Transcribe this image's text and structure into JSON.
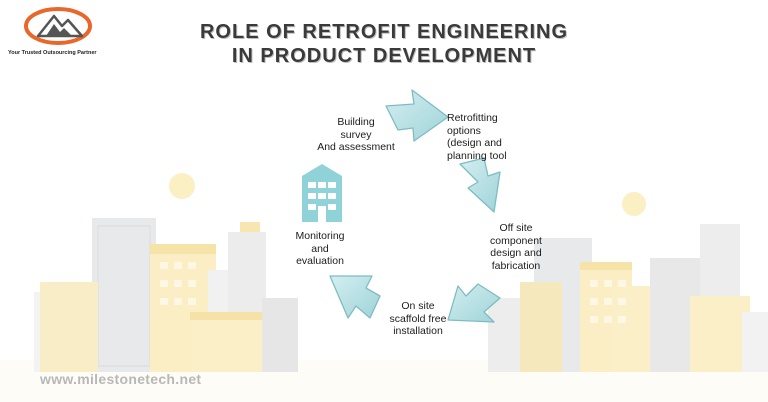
{
  "logo": {
    "tagline": "Your Trusted Outsourcing Partner"
  },
  "title": {
    "line1": "ROLE OF RETROFIT ENGINEERING",
    "line2": "IN PRODUCT DEVELOPMENT"
  },
  "cycle": {
    "steps": [
      {
        "label": "Building\nsurvey\nAnd assessment"
      },
      {
        "label": "Retrofitting\noptions\n(design and\nplanning tool"
      },
      {
        "label": "Off site\ncomponent\ndesign and\nfabrication"
      },
      {
        "label": "On site\nscaffold free\ninstallation"
      },
      {
        "label": "Monitoring\nand\nevaluation"
      }
    ]
  },
  "footer": {
    "url": "www.milestonetech.net"
  },
  "colors": {
    "arrow_fill": "#b6e2e6",
    "arrow_stroke": "#7fbcc2",
    "building_icon": "#8fd3d9",
    "logo_orange": "#e8672a"
  }
}
